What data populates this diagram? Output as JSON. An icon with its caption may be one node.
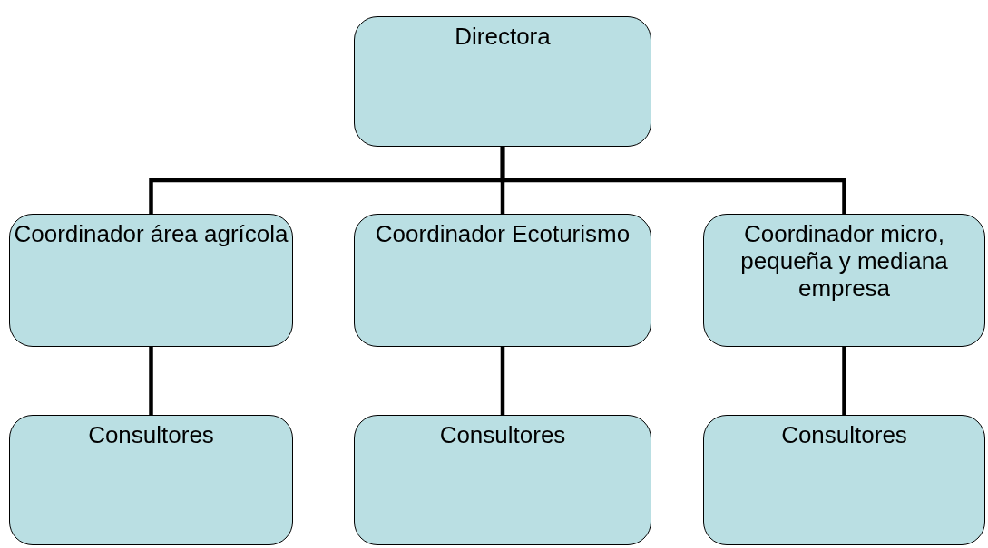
{
  "diagram": {
    "nodes": [
      {
        "text": [
          "Directora"
        ]
      },
      {
        "text": [
          "Coordinador área agrícola"
        ]
      },
      {
        "text": [
          "Coordinador Ecoturismo"
        ]
      },
      {
        "text": [
          "Coordinador micro, pequeña y mediana empresa"
        ]
      },
      {
        "text": [
          "Consultores"
        ]
      },
      {
        "text": [
          "Consultores"
        ]
      },
      {
        "text": [
          "Consultores"
        ]
      }
    ],
    "edges": [
      {
        "from": 0,
        "to": 1,
        "arrow": "none"
      },
      {
        "from": 0,
        "to": 2,
        "arrow": "none"
      },
      {
        "from": 0,
        "to": 3,
        "arrow": "none"
      },
      {
        "from": 1,
        "to": 4,
        "arrow": "none"
      },
      {
        "from": 2,
        "to": 5,
        "arrow": "none"
      },
      {
        "from": 3,
        "to": 6,
        "arrow": "none"
      }
    ]
  }
}
